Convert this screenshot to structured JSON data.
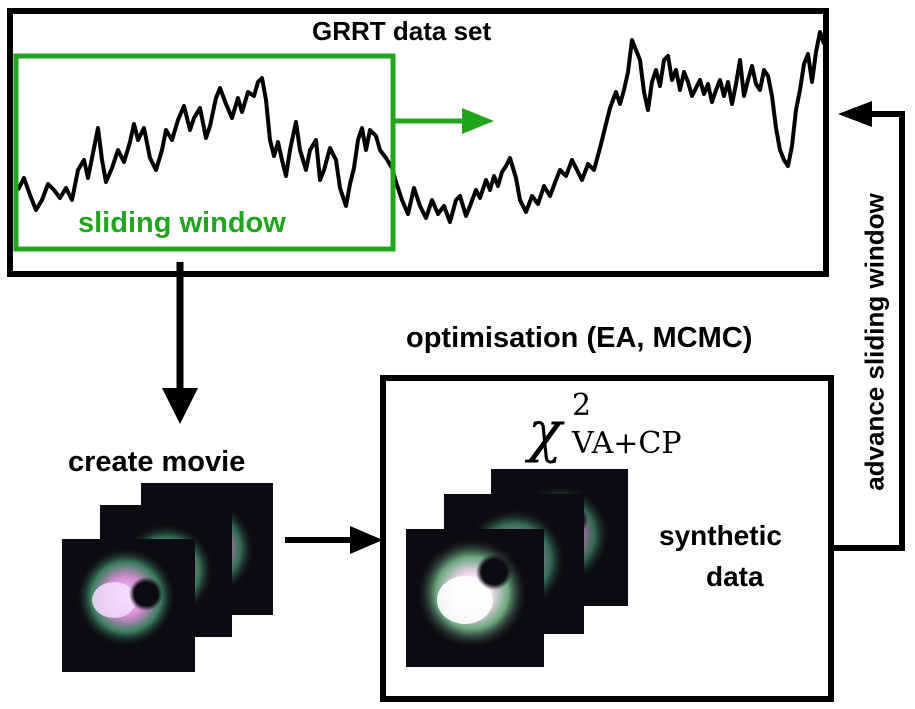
{
  "top_box": {
    "title": "GRRT data set"
  },
  "window": {
    "label": "sliding window"
  },
  "optimisation": {
    "label": "optimisation (EA, MCMC)"
  },
  "chi": {
    "symbol": "χ",
    "superscript": "2",
    "subscript": "VA+CP"
  },
  "create_movie": {
    "label": "create movie"
  },
  "synthetic": {
    "line1": "synthetic",
    "line2": "data"
  },
  "advance": {
    "label": "advance sliding window"
  },
  "colors": {
    "window": "#22a51e",
    "line": "#000000",
    "frame_bg": "#0c0a12"
  }
}
